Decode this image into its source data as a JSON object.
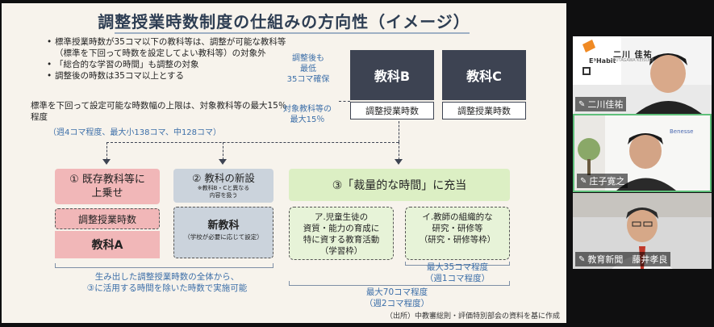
{
  "slide": {
    "title": "調整授業時数制度の仕組みの方向性（イメージ）",
    "bullets": [
      "標準授業時数が35コマ以下の教科等は、調整が可能な教科等（標準を下回って時数を設定してよい教科等）の対象外",
      "「総合的な学習の時間」も調整の対象",
      "調整後の時数は35コマ以上とする"
    ],
    "note": "標準を下回って設定可能な時数幅の上限は、対象教科等の最大15％程度",
    "note_sub": "（週4コマ程度、最大小138コマ、中128コマ）",
    "label_min": "調整後も\n最低\n35コマ確保",
    "label_max": "対象教科等の\n最大15％",
    "subject_b": "教科B",
    "subject_c": "教科C",
    "hours_b": "調整授業時数",
    "hours_c": "調整授業時数",
    "box1_head": "① 既存教科等に\n上乗せ",
    "box1_hours": "調整授業時数",
    "box1_subject": "教科A",
    "box2_head": "② 教科の新設",
    "box2_head_sub": "※教科B・Cと異なる\n内容を扱う",
    "box2_body": "新教科",
    "box2_body_sub": "（学校が必要に応じて設定）",
    "box3_head": "③「裁量的な時間」に充当",
    "box3a": "ア.児童生徒の\n資質・能力の育成に\n特に資する教育活動\n（学習枠）",
    "box3b": "イ.教師の組織的な\n研究・研修等\n（研究・研修等枠）",
    "cap_left": "生み出した調整授業時数の全体から、\n③に活用する時間を除いた時数で実施可能",
    "cap_b": "最大35コマ程度\n（週1コマ程度）",
    "cap_total": "最大70コマ程度\n（週2コマ程度）",
    "source": "（出所）中教審総則・評価特別部会の資料を基に作成"
  },
  "participants": [
    {
      "name": "二川佳祐",
      "logo": "E³Habit",
      "card_name": "二川 佳祐",
      "card_romaji": "FUTAGAWA KEISUKE"
    },
    {
      "name": "庄子寛之",
      "logo": "Benesse"
    },
    {
      "name": "教育新聞　藤井孝良"
    }
  ]
}
